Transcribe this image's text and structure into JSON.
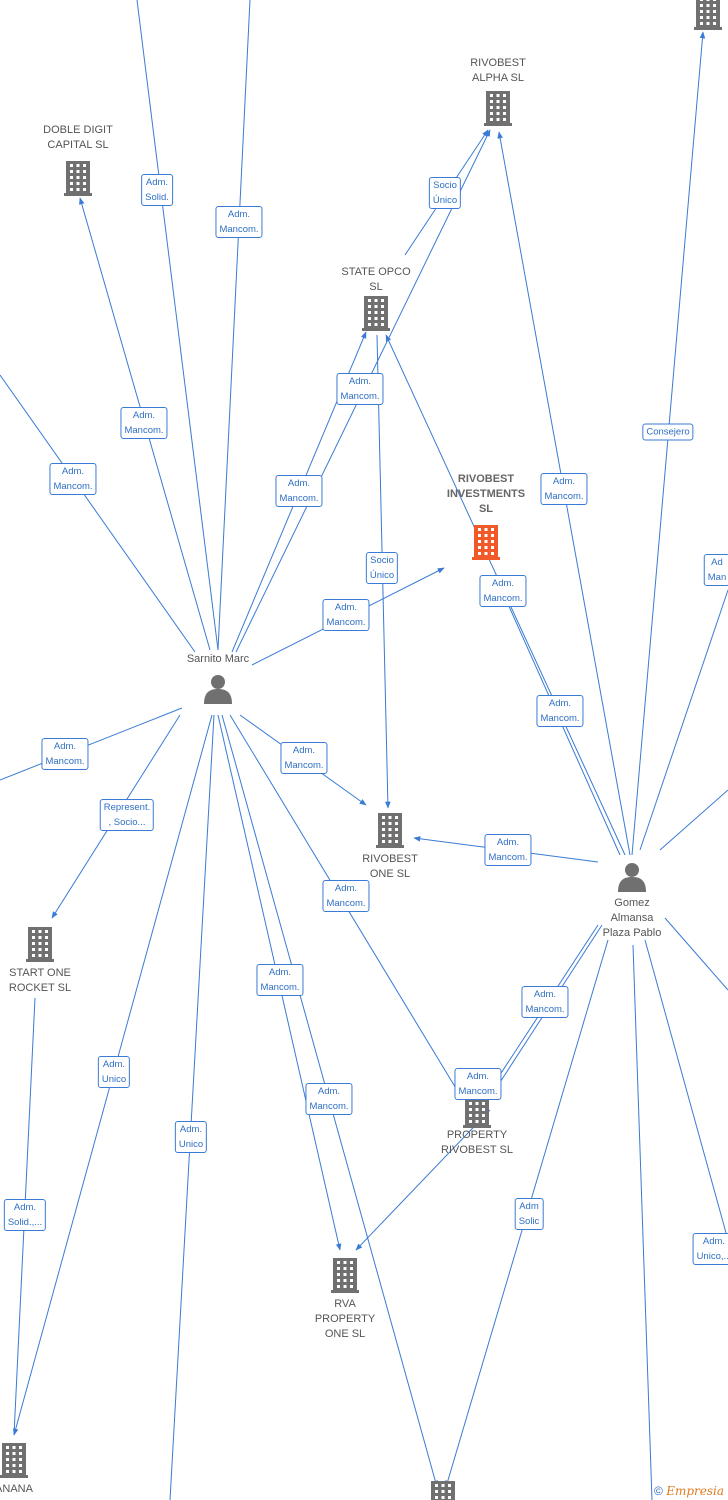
{
  "colors": {
    "edge": "#3a7bd5",
    "building": "#707070",
    "focus_building": "#f05a28",
    "person": "#707070"
  },
  "nodes": [
    {
      "id": "doble",
      "kind": "company",
      "label": "DOBLE DIGIT\nCAPITAL  SL"
    },
    {
      "id": "alpha",
      "kind": "company",
      "label": "RIVOBEST\nALPHA  SL"
    },
    {
      "id": "opco",
      "kind": "company",
      "label": "STATE OPCO\nSL"
    },
    {
      "id": "invest",
      "kind": "company",
      "focus": true,
      "label": "RIVOBEST\nINVESTMENTS\nSL"
    },
    {
      "id": "one",
      "kind": "company",
      "label": "RIVOBEST\nONE  SL"
    },
    {
      "id": "rocket",
      "kind": "company",
      "label": "START ONE\nROCKET  SL"
    },
    {
      "id": "property",
      "kind": "company",
      "label": "PROPERTY\nRIVOBEST  SL"
    },
    {
      "id": "rva",
      "kind": "company",
      "label": "RVA\nPROPERTY\nONE  SL"
    },
    {
      "id": "banana",
      "kind": "company",
      "label": "ANANA"
    },
    {
      "id": "top_right",
      "kind": "company",
      "label": ""
    },
    {
      "id": "bottom_mid",
      "kind": "company",
      "label": ""
    },
    {
      "id": "sarnito",
      "kind": "person",
      "label": "Sarnito Marc"
    },
    {
      "id": "gomez",
      "kind": "person",
      "label": "Gomez\nAlmansa\nPlaza Pablo"
    }
  ],
  "edge_labels": [
    "Adm.\nSolid.",
    "Adm.\nMancom.",
    "Socio\nÚnico",
    "Adm.\nMancom.",
    "Adm.\nMancom.",
    "Adm.\nMancom.",
    "Consejero",
    "Adm.\nMancom.",
    "Adm.\nMancom.",
    "Socio\nÚnico",
    "Adm.\nMancom.",
    "Adm.\nMancom.",
    "Ad\nMan",
    "Adm.\nMancom.",
    "Adm.\nMancom.",
    "Represent.\n, Socio...",
    "Adm.\nMancom.",
    "Adm.\nMancom.",
    "Adm.\nMancom.",
    "Adm.\nMancom.",
    "Adm.\nUnico",
    "Adm.\nMancom.",
    "Adm.\nMancom.",
    "Adm.\nUnico",
    "Adm.\nSolid.,...",
    "Adm.\nMancom.",
    "Adm\nSolic",
    "Adm.\nUnico,..."
  ],
  "copyright": {
    "symbol": "©",
    "brand": "Empresia"
  }
}
